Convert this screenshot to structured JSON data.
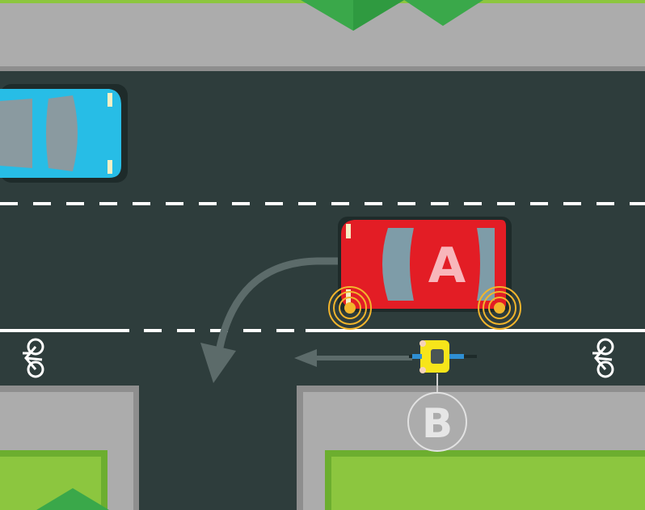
{
  "labels": {
    "car_a": "A",
    "cyclist_b": "B"
  },
  "colors": {
    "road": "#2e3d3c",
    "sidewalk": "#acacac",
    "curb": "#8e8e8e",
    "grass": "#8cc63f",
    "grass_dark": "#6cae2f",
    "tree": "#3aa84a",
    "lane_marking": "#ffffff",
    "car_a": "#e31d25",
    "car_other": "#27bde6",
    "cyclist_helmet": "#f7e51a",
    "turn_arrow": "#5c6b6a",
    "indicator": "#f2b52c"
  },
  "icons": {
    "bike_lane_symbol": "bicycle-icon",
    "turn_path": "left-turn-arrow",
    "cyclist_path": "straight-left-arrow",
    "indicator": "turn-signal-icon"
  }
}
